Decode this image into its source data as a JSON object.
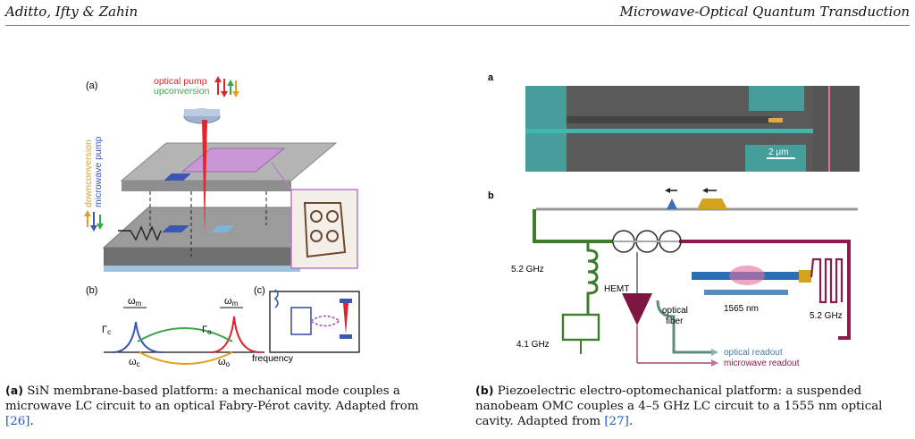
{
  "header": {
    "authors": "Aditto, Ifty & Zahin",
    "running_title": "Microwave-Optical Quantum Transduction"
  },
  "figure_a": {
    "panel_a": "(a)",
    "panel_b": "(b)",
    "panel_c": "(c)",
    "optical_pump": "optical pump",
    "upconversion": "upconversion",
    "downconversion": "downconversion",
    "microwave_pump": "microwave pump",
    "omega": "ω",
    "sub_m": "m",
    "sub_c": "c",
    "sub_o": "o",
    "gamma": "Γ",
    "frequency": "frequency"
  },
  "figure_b": {
    "panel_a": "a",
    "panel_b": "b",
    "scale_bar": "2 μm",
    "freq_5_2_left": "5.2 GHz",
    "freq_4_1": "4.1 GHz",
    "hemt": "HEMT",
    "wavelength": "1565 nm",
    "optical_fiber_1": "optical",
    "optical_fiber_2": "fiber",
    "freq_5_2_right": "5.2 GHz",
    "optical_readout": "optical readout",
    "microwave_readout": "microwave readout"
  },
  "captions": {
    "a_tag": "(a)",
    "a_text": " SiN membrane-based platform: a mechanical mode couples a microwave LC circuit to an optical Fabry-Pérot cavity. Adapted from ",
    "a_cite": "[26]",
    "a_end": ".",
    "b_tag": "(b)",
    "b_text": " Piezoelectric electro-optomechanical platform: a suspended nanobeam OMC couples a 4–5 GHz LC circuit to a 1555 nm optical cavity. Adapted from ",
    "b_cite": "[27]",
    "b_end": "."
  },
  "colors": {
    "optical": "#d8262e",
    "up": "#3aa84a",
    "down": "#e0a021",
    "microwave": "#3b57b0",
    "teal": "#3fb6b0",
    "maroon": "#8c1a4a",
    "green_circuit": "#3d7d2b"
  }
}
